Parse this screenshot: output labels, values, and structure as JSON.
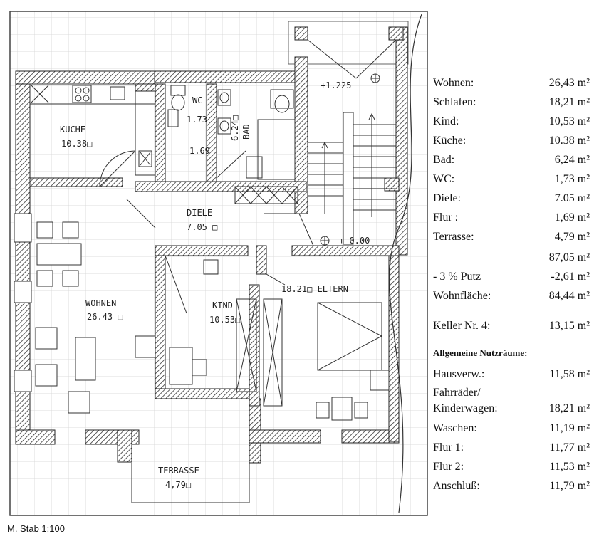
{
  "plan": {
    "rooms": {
      "kueche": {
        "name": "KUCHE",
        "area": "10.38□"
      },
      "wc": {
        "name": "WC",
        "area": "1.73"
      },
      "bad": {
        "name": "BAD",
        "area": "6.24□"
      },
      "flur": {
        "area": "1.69"
      },
      "diele": {
        "name": "DIELE",
        "area": "7.05 □"
      },
      "wohnen": {
        "name": "WOHNEN",
        "area": "26.43 □"
      },
      "kind": {
        "name": "KIND",
        "area": "10.53□"
      },
      "eltern": {
        "name": "18.21□ ELTERN"
      },
      "terrasse": {
        "name": "TERRASSE",
        "area": "4,79□"
      }
    },
    "levels": {
      "upper": "+1.225",
      "lower": "+-0.00"
    },
    "scale_note": "M. Stab 1:100"
  },
  "areas": {
    "rows": [
      {
        "label": "Wohnen:",
        "value": "26,43 m²"
      },
      {
        "label": "Schlafen:",
        "value": "18,21 m²"
      },
      {
        "label": "Kind:",
        "value": "10,53 m²"
      },
      {
        "label": "Küche:",
        "value": "10.38 m²"
      },
      {
        "label": "Bad:",
        "value": "6,24 m²"
      },
      {
        "label": "WC:",
        "value": "1,73 m²"
      },
      {
        "label": "Diele:",
        "value": "7.05 m²"
      },
      {
        "label": "Flur :",
        "value": "1,69 m²"
      },
      {
        "label": "Terrasse:",
        "value": "4,79 m²"
      }
    ],
    "subtotal": "87,05 m²",
    "putz": {
      "label": "- 3 % Putz",
      "value": "-2,61 m²"
    },
    "wohnflaeche": {
      "label": "Wohnfläche:",
      "value": "84,44 m²"
    },
    "keller": {
      "label": "Keller Nr. 4:",
      "value": "13,15 m²"
    }
  },
  "nutzraeume": {
    "heading": "Allgemeine Nutzräume:",
    "rows": [
      {
        "label": "Hausverw.:",
        "value": "11,58 m²"
      },
      {
        "label": "Fahrräder/",
        "value": ""
      },
      {
        "label": "Kinderwagen:",
        "value": "18,21 m²"
      },
      {
        "label": "Waschen:",
        "value": "11,19 m²"
      },
      {
        "label": "Flur 1:",
        "value": "11,77 m²"
      },
      {
        "label": "Flur 2:",
        "value": "11,53 m²"
      },
      {
        "label": "Anschluß:",
        "value": "11,79 m²"
      }
    ]
  }
}
